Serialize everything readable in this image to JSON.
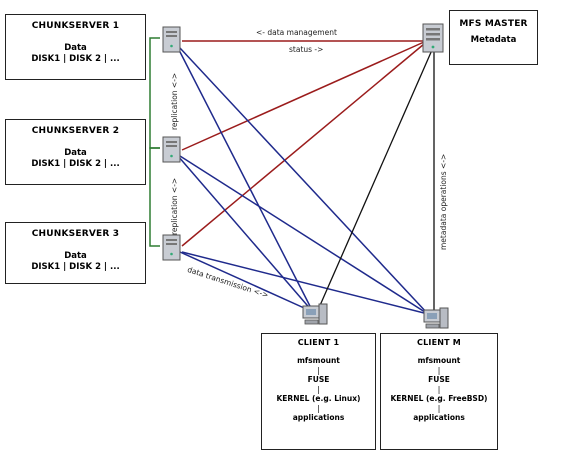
{
  "chunkservers": [
    {
      "title": "CHUNKSERVER 1",
      "data_label": "Data",
      "disks": "DISK1 | DISK 2 | ..."
    },
    {
      "title": "CHUNKSERVER 2",
      "data_label": "Data",
      "disks": "DISK1 | DISK 2 | ..."
    },
    {
      "title": "CHUNKSERVER 3",
      "data_label": "Data",
      "disks": "DISK1 | DISK 2 | ..."
    }
  ],
  "master": {
    "title": "MFS MASTER",
    "subtitle": "Metadata"
  },
  "clients": [
    {
      "title": "CLIENT 1",
      "lines": [
        "mfsmount",
        "FUSE",
        "KERNEL (e.g. Linux)",
        "applications"
      ]
    },
    {
      "title": "CLIENT M",
      "lines": [
        "mfsmount",
        "FUSE",
        "KERNEL (e.g. FreeBSD)",
        "applications"
      ]
    }
  ],
  "separator": "|",
  "labels": {
    "data_management": "<- data management",
    "status": "status ->",
    "replication_1": "replication <->",
    "replication_2": "replication <->",
    "metadata_operations": "metadata operations <->",
    "data_transmission": "data transmission <->"
  },
  "colors": {
    "management": "#9b1c1c",
    "transmission": "#1f2a8c",
    "replication": "#2e7d32",
    "metadata": "#111111",
    "server_icon": "#c8ccd3"
  }
}
